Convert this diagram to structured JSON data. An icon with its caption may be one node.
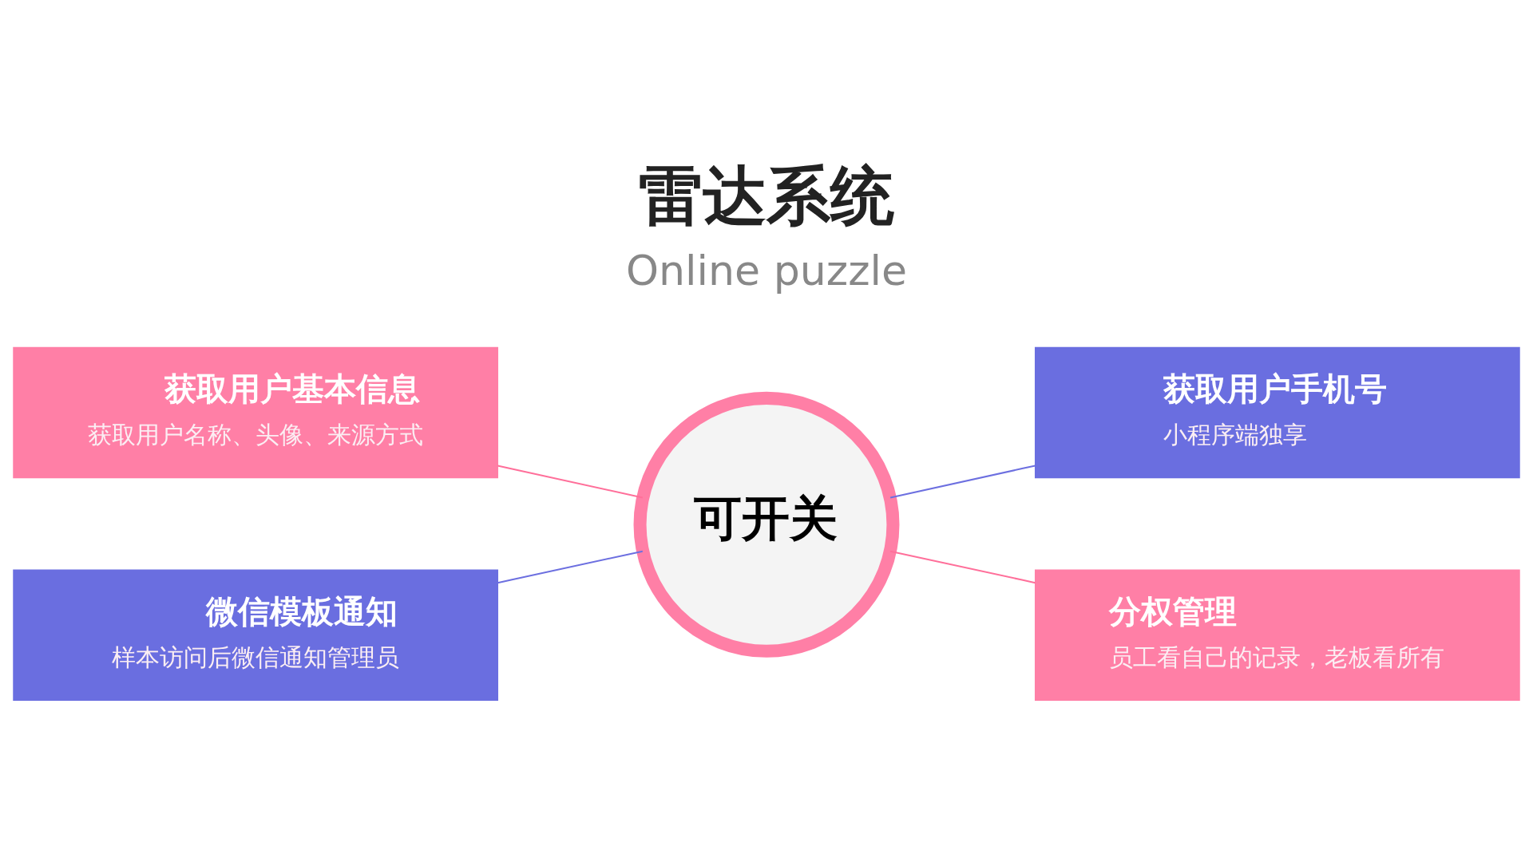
{
  "diagram": {
    "title": "雷达系统",
    "nodes": [
      {
        "text": [
          "获取用户基本信息",
          "获取用户名称、头像、来源方式"
        ]
      },
      {
        "text": [
          "获取用户手机号",
          "小程序端独享"
        ]
      },
      {
        "text": [
          "可开关"
        ]
      },
      {
        "text": [
          "微信模板通知",
          "样本访问后微信通知管理员"
        ]
      },
      {
        "text": [
          "分权管理",
          "员工看自己的记录，老板看所有"
        ]
      }
    ],
    "edges": [
      {
        "from": 0,
        "to": 2,
        "arrow": "none",
        "color": "#ff6f9a"
      },
      {
        "from": 2,
        "to": 1,
        "arrow": "none",
        "color": "#6c6fe0"
      },
      {
        "from": 3,
        "to": 2,
        "arrow": "none",
        "color": "#6c6fe0"
      },
      {
        "from": 2,
        "to": 4,
        "arrow": "none",
        "color": "#ff6f9a"
      }
    ],
    "labels": [
      "Online puzzle"
    ]
  }
}
